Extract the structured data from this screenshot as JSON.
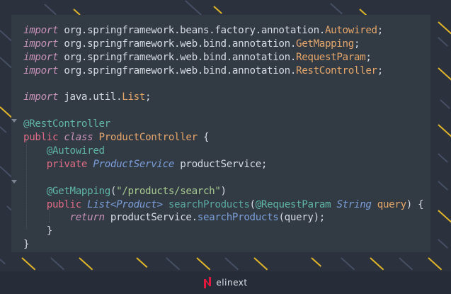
{
  "code": {
    "language": "java",
    "lines": [
      [
        {
          "t": "import",
          "c": "kw-import"
        },
        {
          "t": " org.springframework.beans.factory.annotation.",
          "c": "plain"
        },
        {
          "t": "Autowired",
          "c": "cls"
        },
        {
          "t": ";",
          "c": "plain"
        }
      ],
      [
        {
          "t": "import",
          "c": "kw-import"
        },
        {
          "t": " org.springframework.web.bind.annotation.",
          "c": "plain"
        },
        {
          "t": "GetMapping",
          "c": "cls"
        },
        {
          "t": ";",
          "c": "plain"
        }
      ],
      [
        {
          "t": "import",
          "c": "kw-import"
        },
        {
          "t": " org.springframework.web.bind.annotation.",
          "c": "plain"
        },
        {
          "t": "RequestParam",
          "c": "cls"
        },
        {
          "t": ";",
          "c": "plain"
        }
      ],
      [
        {
          "t": "import",
          "c": "kw-import"
        },
        {
          "t": " org.springframework.web.bind.annotation.",
          "c": "plain"
        },
        {
          "t": "RestController",
          "c": "cls"
        },
        {
          "t": ";",
          "c": "plain"
        }
      ],
      [],
      [
        {
          "t": "import",
          "c": "kw-import"
        },
        {
          "t": " java.util.",
          "c": "plain"
        },
        {
          "t": "List",
          "c": "cls"
        },
        {
          "t": ";",
          "c": "plain"
        }
      ],
      [],
      [
        {
          "t": "@RestController",
          "c": "ann"
        }
      ],
      [
        {
          "t": "public",
          "c": "kw"
        },
        {
          "t": " ",
          "c": "plain"
        },
        {
          "t": "class",
          "c": "kw-it"
        },
        {
          "t": " ",
          "c": "plain"
        },
        {
          "t": "ProductController",
          "c": "cls"
        },
        {
          "t": " {",
          "c": "plain"
        }
      ],
      [
        {
          "t": "    ",
          "c": "plain"
        },
        {
          "t": "@Autowired",
          "c": "ann"
        }
      ],
      [
        {
          "t": "    ",
          "c": "plain"
        },
        {
          "t": "private",
          "c": "kw"
        },
        {
          "t": " ",
          "c": "plain"
        },
        {
          "t": "ProductService",
          "c": "type"
        },
        {
          "t": " productService;",
          "c": "plain"
        }
      ],
      [],
      [
        {
          "t": "    ",
          "c": "plain"
        },
        {
          "t": "@GetMapping",
          "c": "ann"
        },
        {
          "t": "(",
          "c": "plain"
        },
        {
          "t": "\"/products/search\"",
          "c": "str"
        },
        {
          "t": ")",
          "c": "plain"
        }
      ],
      [
        {
          "t": "    ",
          "c": "plain"
        },
        {
          "t": "public",
          "c": "kw"
        },
        {
          "t": " ",
          "c": "plain"
        },
        {
          "t": "List<Product>",
          "c": "type"
        },
        {
          "t": " ",
          "c": "plain"
        },
        {
          "t": "searchProducts",
          "c": "meth"
        },
        {
          "t": "(",
          "c": "plain"
        },
        {
          "t": "@RequestParam",
          "c": "ann"
        },
        {
          "t": " ",
          "c": "plain"
        },
        {
          "t": "String",
          "c": "type"
        },
        {
          "t": " ",
          "c": "plain"
        },
        {
          "t": "query",
          "c": "param"
        },
        {
          "t": ") {",
          "c": "plain"
        }
      ],
      [
        {
          "t": "        ",
          "c": "plain"
        },
        {
          "t": "return",
          "c": "kw-it"
        },
        {
          "t": " productService.",
          "c": "plain"
        },
        {
          "t": "searchProducts",
          "c": "call"
        },
        {
          "t": "(query);",
          "c": "plain"
        }
      ],
      [
        {
          "t": "    }",
          "c": "plain"
        }
      ],
      [
        {
          "t": "}",
          "c": "plain"
        }
      ]
    ]
  },
  "footer": {
    "brand": "elinext",
    "brand_color": "#e2193d"
  },
  "colors": {
    "accent_stripe": "#e2b628",
    "panel_bg": "#323a44",
    "page_bg": "#2b313d"
  }
}
